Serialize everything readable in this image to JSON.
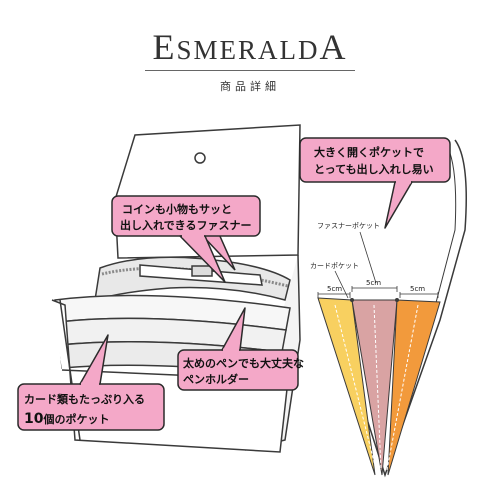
{
  "brand": {
    "first_letter": "E",
    "rest_part1": "SMERALD",
    "last_letter": "A"
  },
  "subtitle": "商品詳細",
  "callouts": {
    "coin_line1": "コインも小物もサッと",
    "coin_line2": "出し入れできるファスナー",
    "pen_line1": "太めのペンでも大丈夫な",
    "pen_line2": "ペンホルダー",
    "card_line1": "カード類もたっぷり入る",
    "card_num": "10",
    "card_line2": "個のポケット",
    "open_line1": "大きく開くポケットで",
    "open_line2": "とっても出し入れし易い"
  },
  "labels": {
    "fastener_pocket": "ファスナーポケット",
    "card_pocket": "カードポケット",
    "dim_left": "5cm",
    "dim_mid": "5cm",
    "dim_right": "5cm"
  },
  "colors": {
    "callout_fill": "#f4a8c8",
    "callout_border": "#2b2b2b",
    "pocket_yellow": "#f8d060",
    "pocket_pink": "#d9a3a3",
    "pocket_orange": "#f29a3c",
    "outline": "#3a3a3a",
    "zipper_gray": "#8a8a8a"
  }
}
